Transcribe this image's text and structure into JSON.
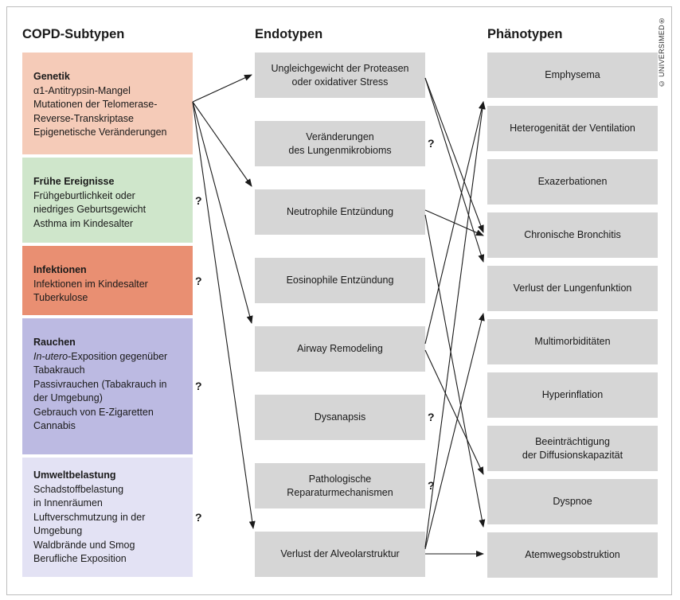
{
  "headers": {
    "subtypes": "COPD-Subtypen",
    "endotypes": "Endotypen",
    "phenotypes": "Phänotypen"
  },
  "copyright": "© UNIVERSIMED®",
  "subtypes": [
    {
      "title": "Genetik",
      "color": "#f5cbb8",
      "lines": [
        "α1-Antitrypsin-Mangel",
        "Mutationen der Telomerase-",
        "Reverse-Transkriptase",
        "Epigenetische Veränderungen"
      ]
    },
    {
      "title": "Frühe Ereignisse",
      "color": "#cfe6cb",
      "lines": [
        "Frühgeburtlichkeit oder",
        "niedriges Geburtsgewicht",
        "Asthma im Kindesalter"
      ]
    },
    {
      "title": "Infektionen",
      "color": "#e98f72",
      "lines": [
        "Infektionen im Kindesalter",
        "Tuberkulose"
      ]
    },
    {
      "title": "Rauchen",
      "color": "#bcbae2",
      "lines_rich": [
        {
          "italic": "In-utero",
          "rest": "-Exposition gegenüber"
        },
        {
          "italic": "",
          "rest": "Tabakrauch"
        },
        {
          "italic": "",
          "rest": "Passivrauchen (Tabakrauch in"
        },
        {
          "italic": "",
          "rest": "der Umgebung)"
        },
        {
          "italic": "",
          "rest": "Gebrauch von E-Zigaretten"
        },
        {
          "italic": "",
          "rest": "Cannabis"
        }
      ]
    },
    {
      "title": "Umweltbelastung",
      "color": "#e3e2f4",
      "lines": [
        "Schadstoffbelastung",
        "in Innenräumen",
        "Luftverschmutzung in der",
        "Umgebung",
        "Waldbrände und Smog",
        "Berufliche Exposition"
      ]
    }
  ],
  "endotypes": [
    [
      "Ungleichgewicht der Proteasen",
      "oder oxidativer Stress"
    ],
    [
      "Veränderungen",
      "des Lungenmikrobioms"
    ],
    [
      "Neutrophile Entzündung"
    ],
    [
      "Eosinophile Entzündung"
    ],
    [
      "Airway Remodeling"
    ],
    [
      "Dysanapsis"
    ],
    [
      "Pathologische",
      "Reparaturmechanismen"
    ],
    [
      "Verlust der Alveolarstruktur"
    ]
  ],
  "phenotypes": [
    [
      "Emphysema"
    ],
    [
      "Heterogenität der Ventilation"
    ],
    [
      "Exazerbationen"
    ],
    [
      "Chronische Bronchitis"
    ],
    [
      "Verlust der Lungenfunktion"
    ],
    [
      "Multimorbiditäten"
    ],
    [
      "Hyperinflation"
    ],
    [
      "Beeinträchtigung",
      "der Diffusionskapazität"
    ],
    [
      "Dyspnoe"
    ],
    [
      "Atemwegsobstruktion"
    ]
  ],
  "question_mark": "?",
  "colors": {
    "box_gray": "#d6d6d6",
    "arrow": "#1a1a1a"
  }
}
